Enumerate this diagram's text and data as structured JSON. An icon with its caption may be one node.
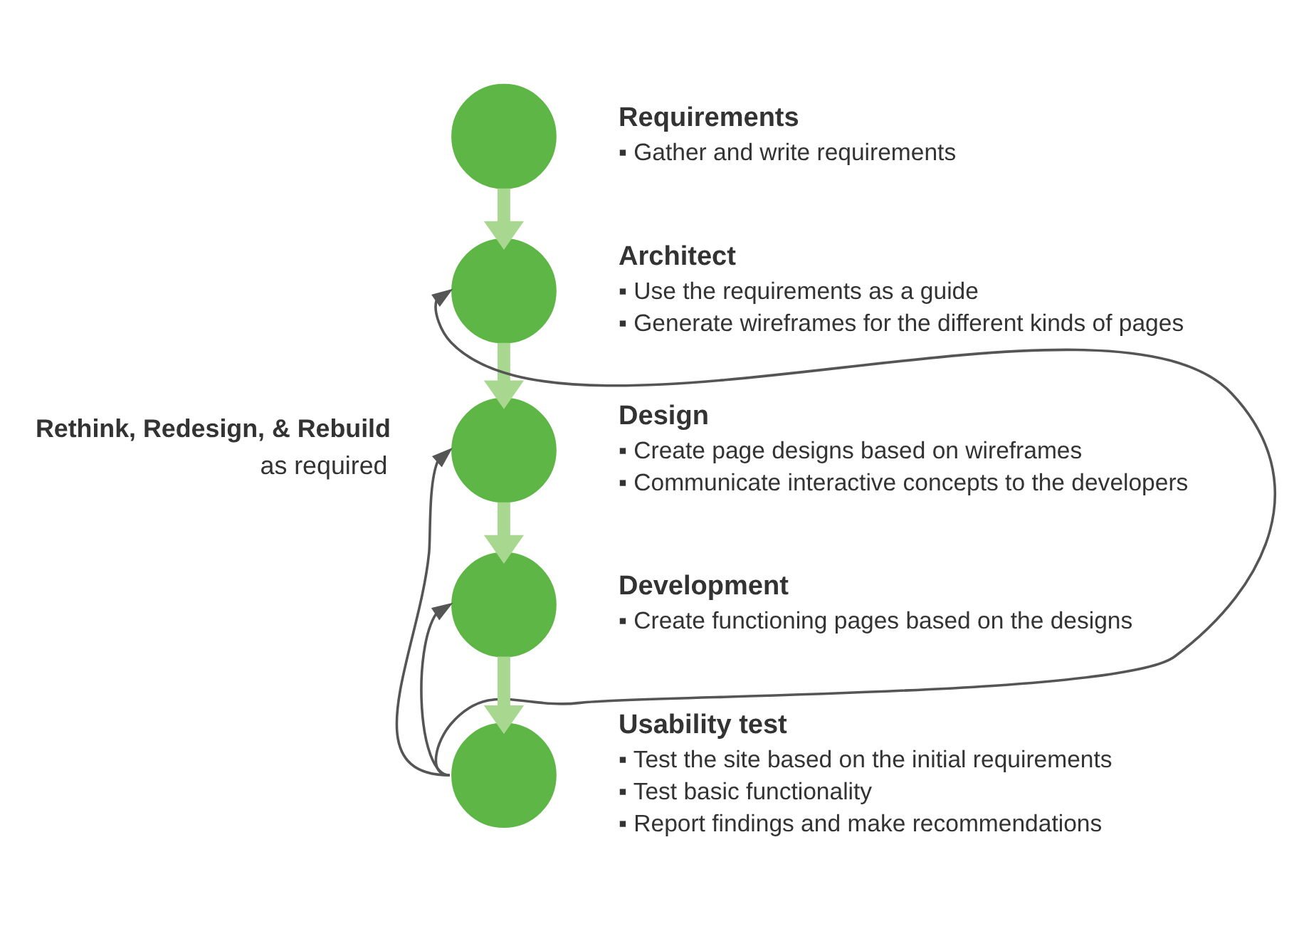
{
  "diagram": {
    "nodes": [
      {
        "text": [],
        "shape": "circle",
        "beside": [
          "Requirements",
          "▪ Gather and write requirements"
        ]
      },
      {
        "text": [],
        "shape": "circle",
        "beside": [
          "Architect",
          "▪ Use the requirements as a guide",
          "▪ Generate wireframes for the different kinds of pages"
        ]
      },
      {
        "text": [],
        "shape": "circle",
        "beside": [
          "Design",
          "▪ Create page designs based on wireframes",
          "▪ Communicate interactive concepts to the developers"
        ]
      },
      {
        "text": [],
        "shape": "circle",
        "beside": [
          "Development",
          "▪ Create functioning pages based on the designs"
        ]
      },
      {
        "text": [],
        "shape": "circle",
        "beside": [
          "Usability test",
          "▪ Test the site based on the initial requirements",
          "▪ Test basic functionality",
          "▪ Report findings and make recommendations"
        ]
      }
    ],
    "edges": [
      {
        "from": 0,
        "to": 1,
        "arrow": "to",
        "color": "#a8d88f"
      },
      {
        "from": 1,
        "to": 2,
        "arrow": "to",
        "color": "#a8d88f"
      },
      {
        "from": 2,
        "to": 3,
        "arrow": "to",
        "color": "#a8d88f"
      },
      {
        "from": 3,
        "to": 4,
        "arrow": "to",
        "color": "#a8d88f"
      },
      {
        "from": 4,
        "to": 1,
        "arrow": "to",
        "color": "#555555"
      },
      {
        "from": 4,
        "to": 2,
        "arrow": "to",
        "color": "#555555"
      },
      {
        "from": 4,
        "to": 3,
        "arrow": "to",
        "color": "#555555"
      }
    ],
    "labels": [
      "Rethink, Redesign, & Rebuild",
      "as required"
    ]
  }
}
